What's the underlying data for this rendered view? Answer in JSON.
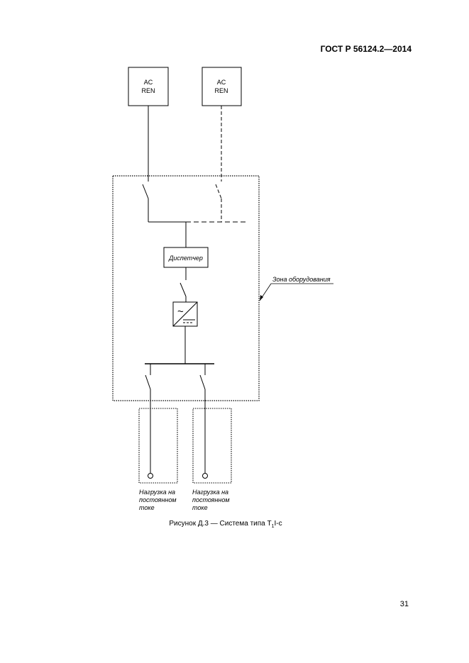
{
  "header": {
    "standard": "ГОСТ Р 56124.2—2014"
  },
  "diagram": {
    "sources": [
      {
        "line1": "AC",
        "line2": "REN"
      },
      {
        "line1": "AC",
        "line2": "REN"
      }
    ],
    "dispatcher_label": "Диспетчер",
    "zone_label": "Зона оборудования",
    "loads": [
      {
        "line1": "Нагрузка на",
        "line2": "постоянном",
        "line3": "токе"
      },
      {
        "line1": "Нагрузка на",
        "line2": "постоянном",
        "line3": "токе"
      }
    ],
    "converter_symbol": "~"
  },
  "caption": {
    "prefix": "Рисунок Д.3 — Система типа Т",
    "subscript": "1",
    "suffix": "I-c"
  },
  "footer": {
    "page_number": "31"
  }
}
